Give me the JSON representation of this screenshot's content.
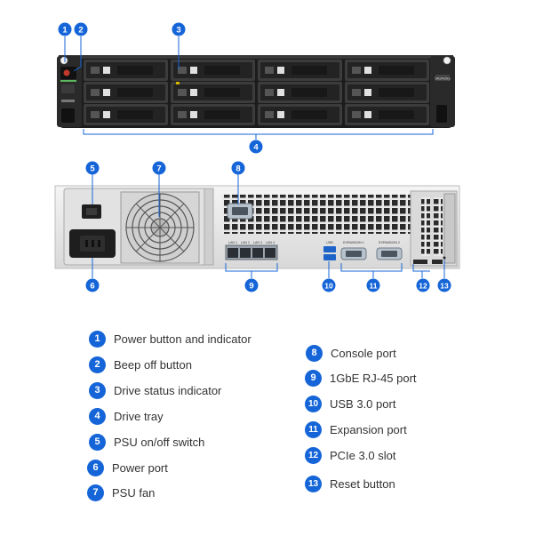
{
  "diagram": {
    "accent_color": "#1565d8",
    "front_panel_callouts": [
      "1",
      "2",
      "3",
      "4"
    ],
    "rear_panel_callouts": [
      "5",
      "6",
      "7",
      "8",
      "9",
      "10",
      "11",
      "12",
      "13"
    ],
    "rear_port_labels": {
      "lan": [
        "LAN 1",
        "LAN 2",
        "LAN 3",
        "LAN 4"
      ],
      "expansion": [
        "EXPANSION 1",
        "EXPANSION 2"
      ],
      "usb": "USB"
    },
    "front_model_text": "SA3410rp"
  },
  "legend": [
    {
      "num": "1",
      "label": "Power button and indicator"
    },
    {
      "num": "2",
      "label": "Beep off button"
    },
    {
      "num": "3",
      "label": "Drive status indicator"
    },
    {
      "num": "4",
      "label": "Drive tray"
    },
    {
      "num": "5",
      "label": "PSU on/off switch"
    },
    {
      "num": "6",
      "label": "Power port"
    },
    {
      "num": "7",
      "label": "PSU fan"
    },
    {
      "num": "8",
      "label": "Console port"
    },
    {
      "num": "9",
      "label": "1GbE RJ-45 port"
    },
    {
      "num": "10",
      "label": "USB 3.0 port"
    },
    {
      "num": "11",
      "label": "Expansion port"
    },
    {
      "num": "12",
      "label": "PCIe 3.0 slot"
    },
    {
      "num": "13",
      "label": "Reset button"
    }
  ]
}
